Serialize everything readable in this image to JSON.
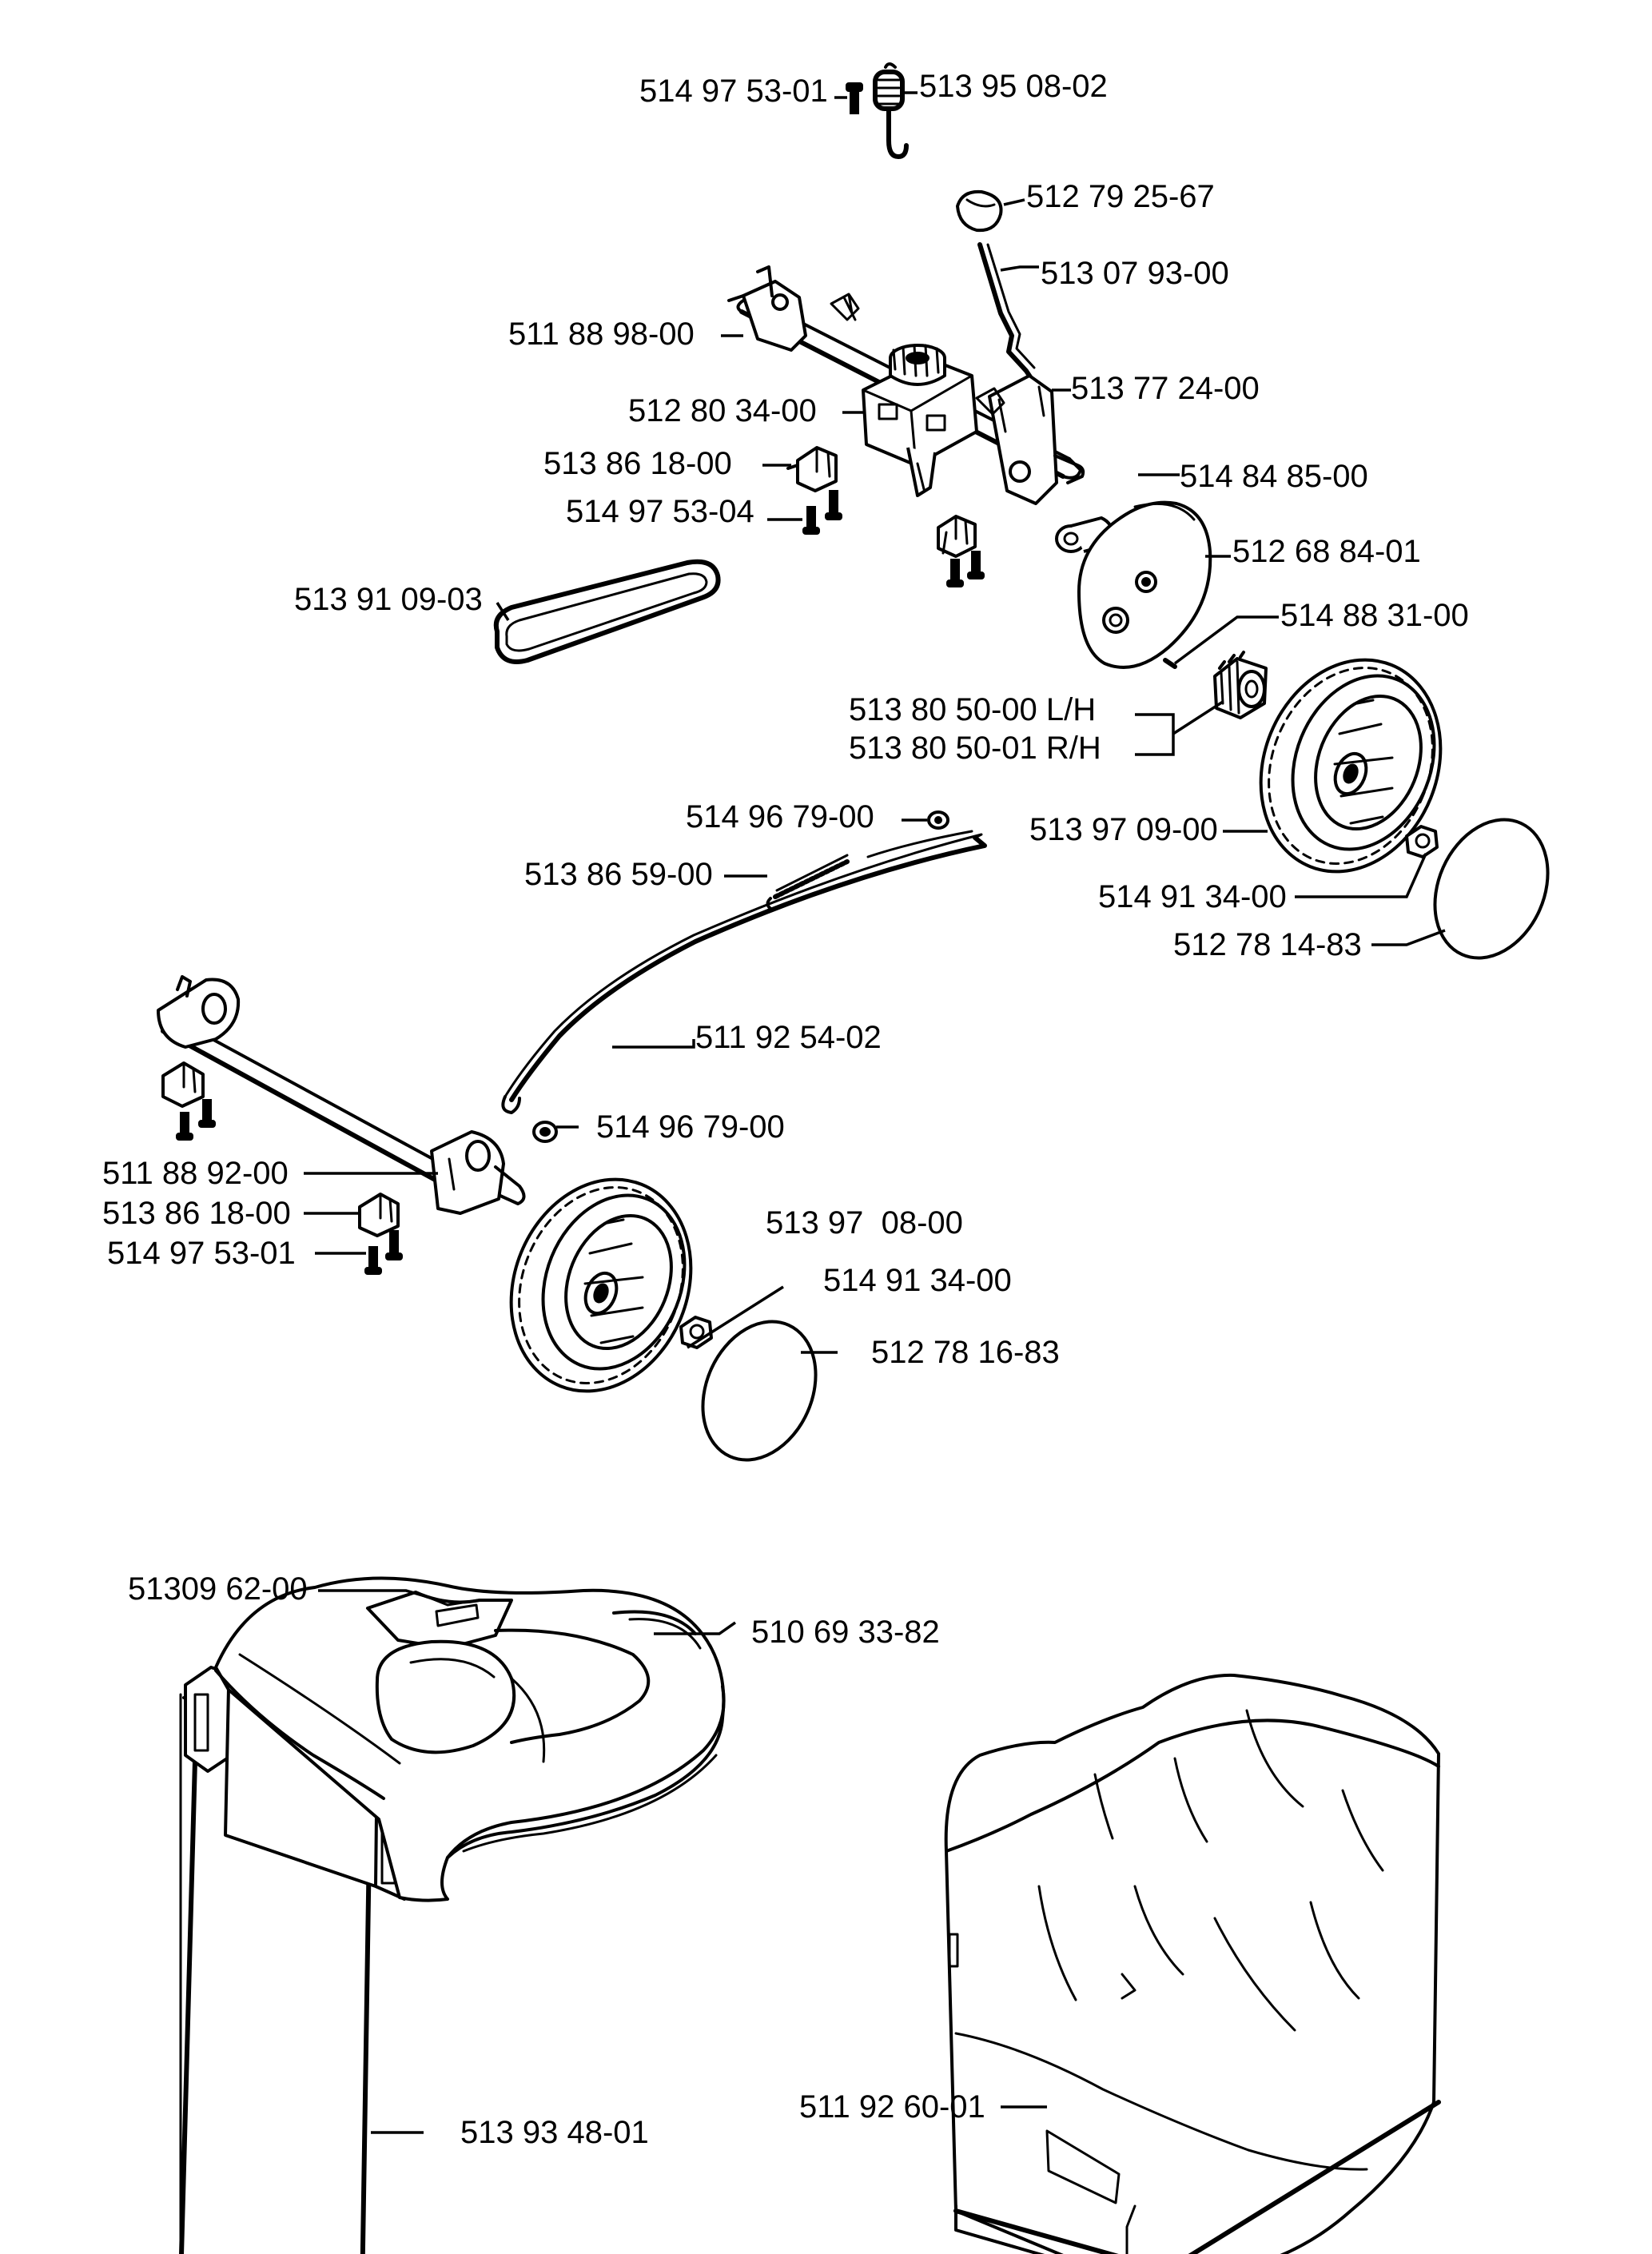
{
  "labels": [
    "514 97 53-01",
    "513 95 08-02",
    "512 79 25-67",
    "513 07 93-00",
    "511 88 98-00",
    "513 77 24-00",
    "512 80 34-00",
    "513 86 18-00",
    "514 84 85-00",
    "514 97 53-04",
    "512 68 84-01",
    "513 91 09-03",
    "514 88 31-00",
    "513 80 50-00 L/H",
    "513 80 50-01 R/H",
    "514 96 79-00",
    "513 97 09-00",
    "513 86 59-00",
    "514 91 34-00",
    "512 78 14-83",
    "511 92 54-02",
    "514 96 79-00",
    "511 88 92-00",
    "513 86 18-00",
    "513 97  08-00",
    "514 97 53-01",
    "514 91 34-00",
    "512 78 16-83",
    "51309 62-00",
    "510 69 33-82",
    "513 93 48-01",
    "511 92 60-01"
  ]
}
